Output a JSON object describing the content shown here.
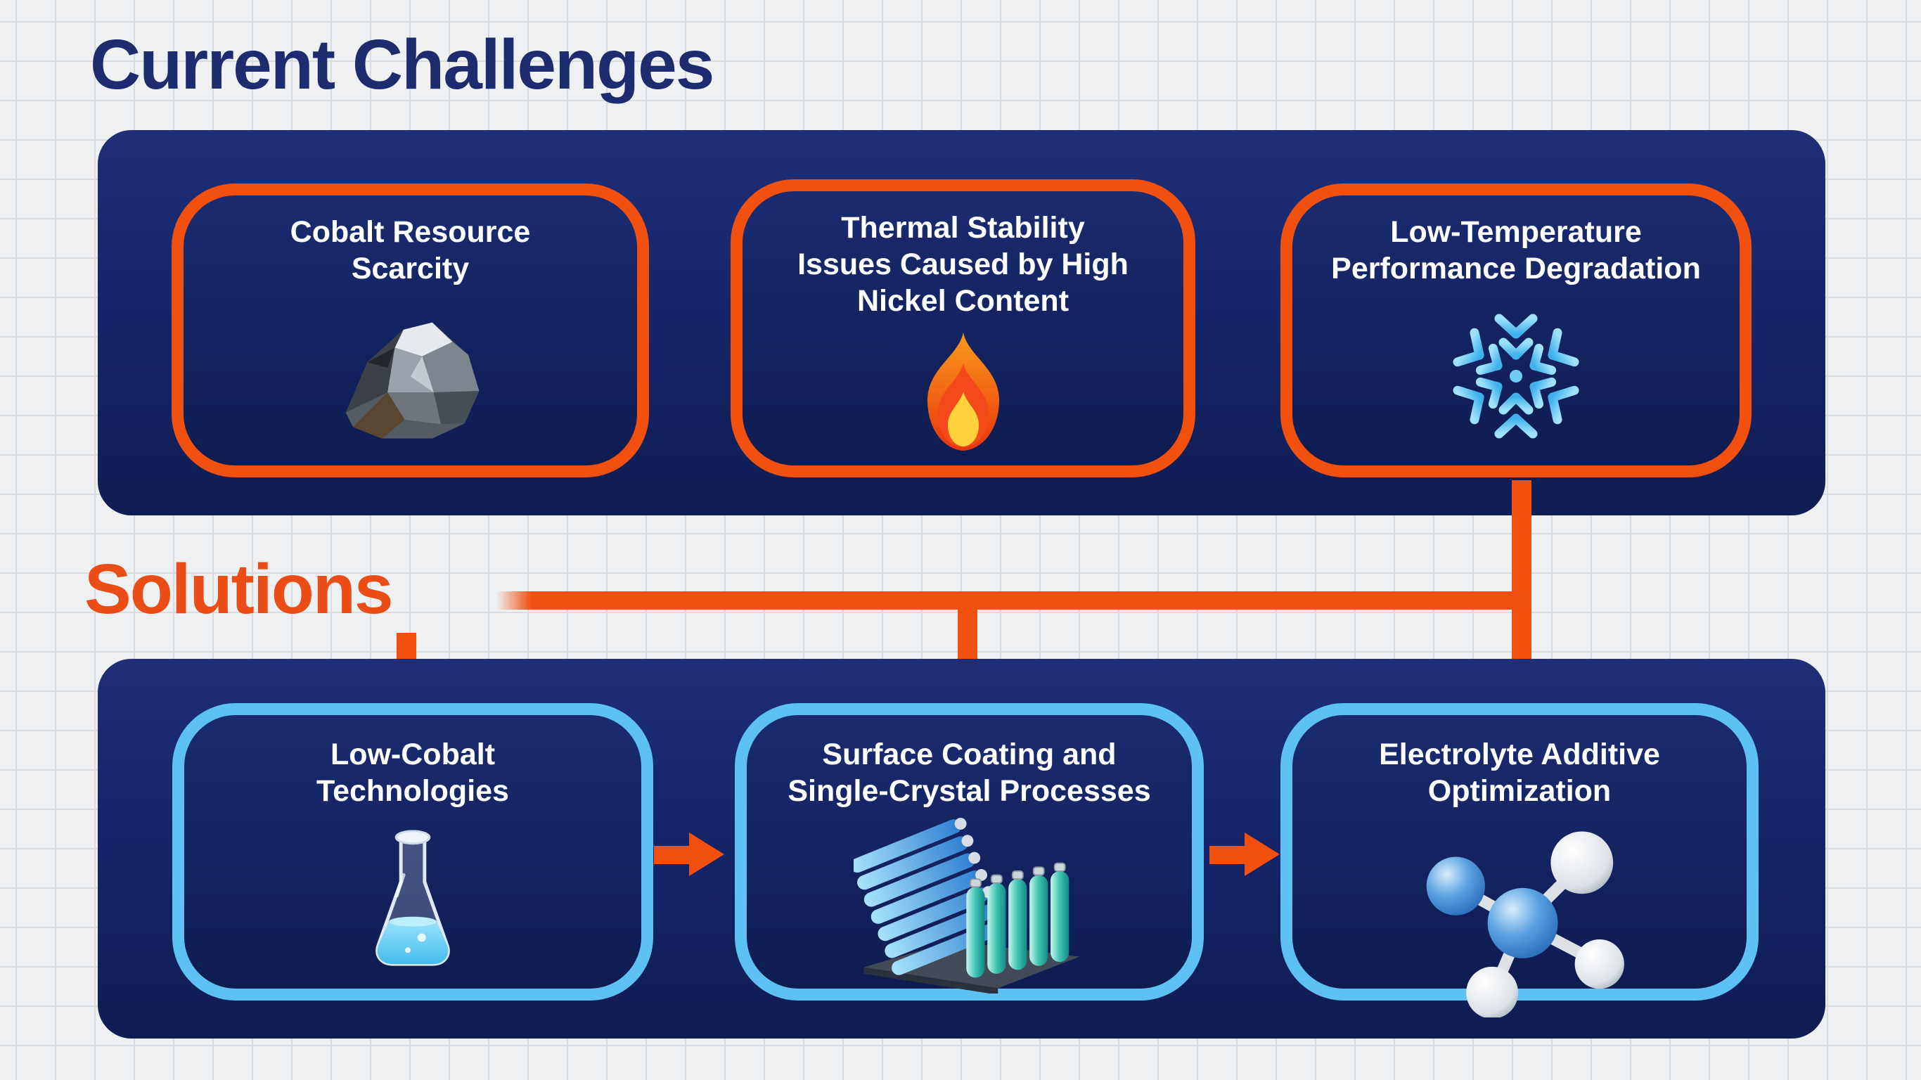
{
  "page": {
    "background_color": "#eef0f2",
    "grid_line_color": "#d8dbe0",
    "panel_color": "#15256b",
    "challenge_accent": "#f1500f",
    "solution_accent": "#5ec1f4"
  },
  "challenges": {
    "title": "Current Challenges",
    "title_color": "#1c2c6e",
    "items": [
      {
        "icon": "cobalt-ore-icon",
        "lines": [
          "Cobalt Resource",
          "Scarcity"
        ]
      },
      {
        "icon": "flame-icon",
        "lines": [
          "Thermal Stability",
          "Issues Caused by High",
          "Nickel Content"
        ]
      },
      {
        "icon": "snowflake-icon",
        "lines": [
          "Low-Temperature",
          "Performance Degradation"
        ]
      }
    ]
  },
  "solutions": {
    "title": "Solutions",
    "title_color": "#ea4e16",
    "items": [
      {
        "icon": "flask-icon",
        "lines": [
          "Low-Cobalt",
          "Technologies"
        ]
      },
      {
        "icon": "battery-pack-icon",
        "lines": [
          "Surface Coating and",
          "Single-Crystal Processes"
        ]
      },
      {
        "icon": "molecule-icon",
        "lines": [
          "Electrolyte Additive",
          "Optimization"
        ]
      }
    ]
  }
}
